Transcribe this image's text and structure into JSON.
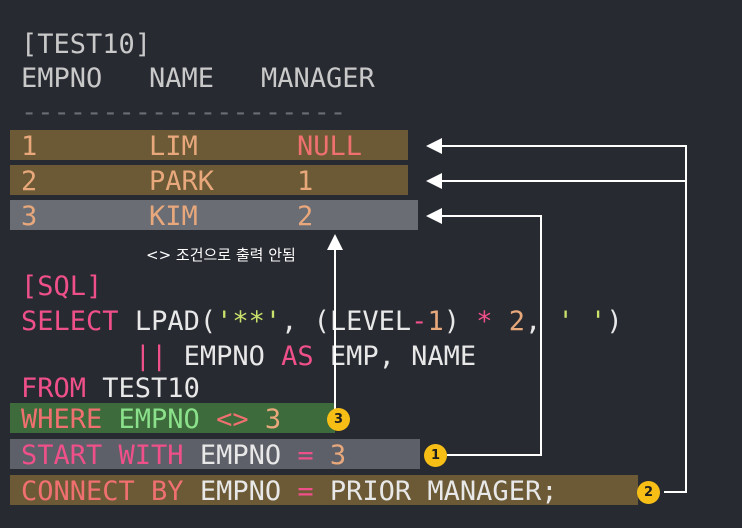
{
  "title": "[TEST10]",
  "header": {
    "col1": "EMPNO",
    "col2": "NAME",
    "col3": "MANAGER"
  },
  "separator": "--------------------",
  "rows": [
    {
      "empno": "1",
      "name": "LIM",
      "manager": "NULL"
    },
    {
      "empno": "2",
      "name": "PARK",
      "manager": "1"
    },
    {
      "empno": "3",
      "name": "KIM",
      "manager": "2"
    }
  ],
  "note": "<> 조건으로 출력 안됨",
  "sql": {
    "label": "[SQL]",
    "line1": {
      "select": "SELECT",
      "lpad": "LPAD(",
      "str": "'**'",
      "comma1": ", (LEVEL",
      "minus": "-",
      "one": "1",
      "close": ") ",
      "star": "*",
      "space": " ",
      "two": "2",
      "comma2": ", ",
      "str2": "' '",
      "end": ")"
    },
    "line2": {
      "pipes": "||",
      "mid": " EMPNO ",
      "as": "AS",
      "rest": " EMP, NAME"
    },
    "line3": {
      "from": "FROM",
      "table": " TEST10"
    },
    "line4": {
      "where": "WHERE",
      "col": " EMPNO ",
      "op": "<>",
      "val": " 3"
    },
    "line5": {
      "start": "START WITH",
      "col": " EMPNO ",
      "op": "=",
      "val": " 3"
    },
    "line6": {
      "connect": "CONNECT BY",
      "col": " EMPNO ",
      "op": "=",
      "rest": " PRIOR MANAGER;"
    }
  },
  "badges": [
    "1",
    "2",
    "3"
  ],
  "colors": {
    "background": "#272a31",
    "row_highlight_brown": "#6b5a35",
    "row_highlight_gray": "#6a6d73",
    "where_highlight": "#3d6b3b",
    "start_highlight": "#5d6068",
    "connect_highlight": "#6b5a35",
    "badge": "#f7be16",
    "arrow": "#ffffff"
  }
}
